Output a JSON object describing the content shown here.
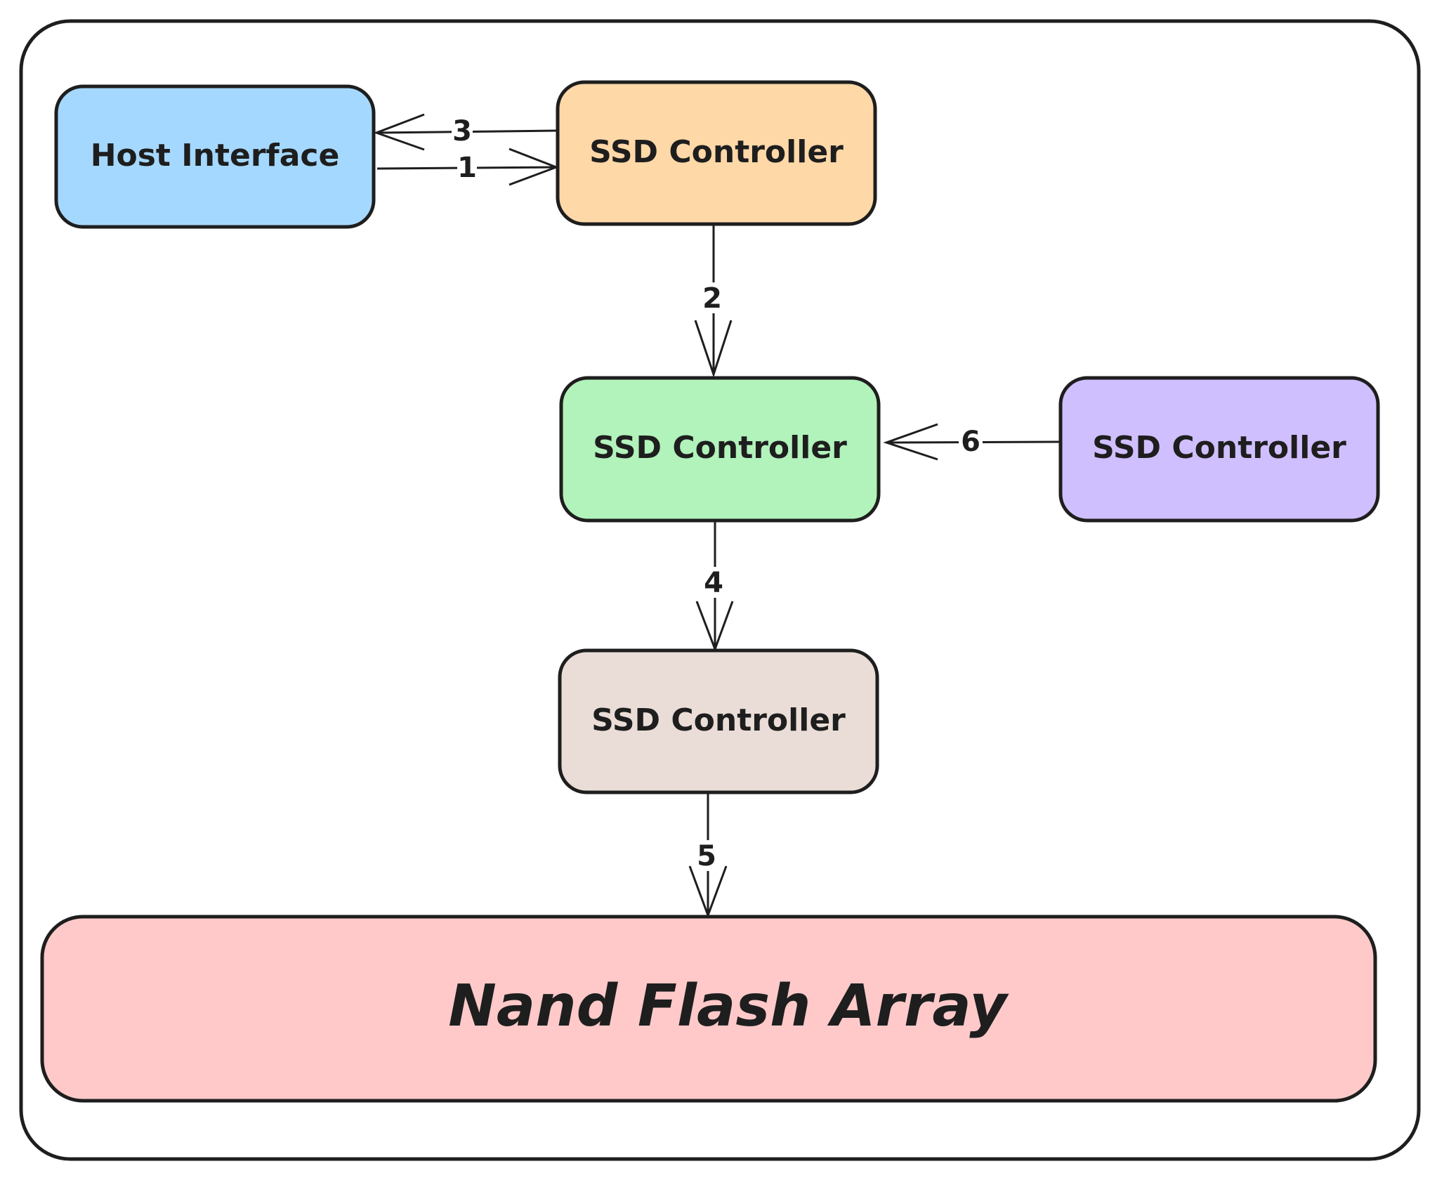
{
  "diagram": {
    "nodes": [
      {
        "id": "host",
        "label": "Host Interface",
        "fill": "#a5d8ff"
      },
      {
        "id": "ctrl_top",
        "label": "SSD Controller",
        "fill": "#ffd8a8"
      },
      {
        "id": "ctrl_mid",
        "label": "SSD Controller",
        "fill": "#b2f2bb"
      },
      {
        "id": "ctrl_right",
        "label": "SSD Controller",
        "fill": "#d0bfff"
      },
      {
        "id": "ctrl_bottom",
        "label": "SSD Controller",
        "fill": "#eaddd7"
      },
      {
        "id": "nand",
        "label": "Nand Flash Array",
        "fill": "#ffc9c9"
      }
    ],
    "edges": [
      {
        "id": "e1",
        "from": "host",
        "to": "ctrl_top",
        "label": "1"
      },
      {
        "id": "e2",
        "from": "ctrl_top",
        "to": "ctrl_mid",
        "label": "2"
      },
      {
        "id": "e3",
        "from": "ctrl_top",
        "to": "host",
        "label": "3"
      },
      {
        "id": "e4",
        "from": "ctrl_mid",
        "to": "ctrl_bottom",
        "label": "4"
      },
      {
        "id": "e5",
        "from": "ctrl_bottom",
        "to": "nand",
        "label": "5"
      },
      {
        "id": "e6",
        "from": "ctrl_right",
        "to": "ctrl_mid",
        "label": "6"
      }
    ],
    "colors": {
      "stroke": "#1e1e1e",
      "background": "#ffffff"
    }
  }
}
